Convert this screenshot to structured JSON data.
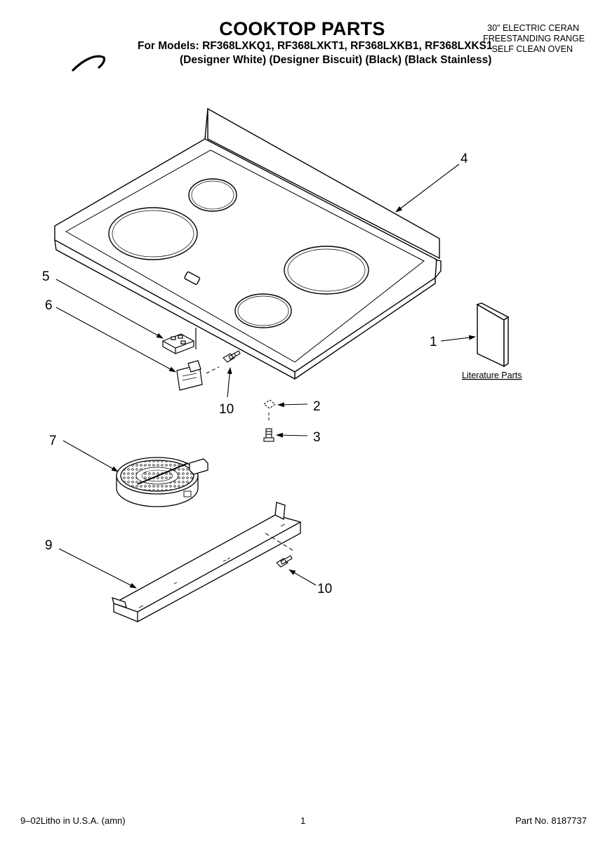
{
  "header": {
    "title": "COOKTOP PARTS",
    "models_line": "For Models: RF368LXKQ1, RF368LXKT1, RF368LXKB1, RF368LXKS1",
    "variants_line": "(Designer White)  (Designer Biscuit)  (Black)   (Black Stainless)",
    "product_lines": [
      "30\" ELECTRIC CERAN",
      "FREESTANDING RANGE",
      "SELF CLEAN OVEN"
    ]
  },
  "callouts": {
    "c1": "1",
    "c2": "2",
    "c3": "3",
    "c4": "4",
    "c5": "5",
    "c6": "6",
    "c7": "7",
    "c9": "9",
    "c10a": "10",
    "c10b": "10"
  },
  "literature_label": "Literature Parts",
  "footer": {
    "left": "9–02Litho in U.S.A. (amn)",
    "center": "1",
    "right": "Part No. 8187737"
  }
}
